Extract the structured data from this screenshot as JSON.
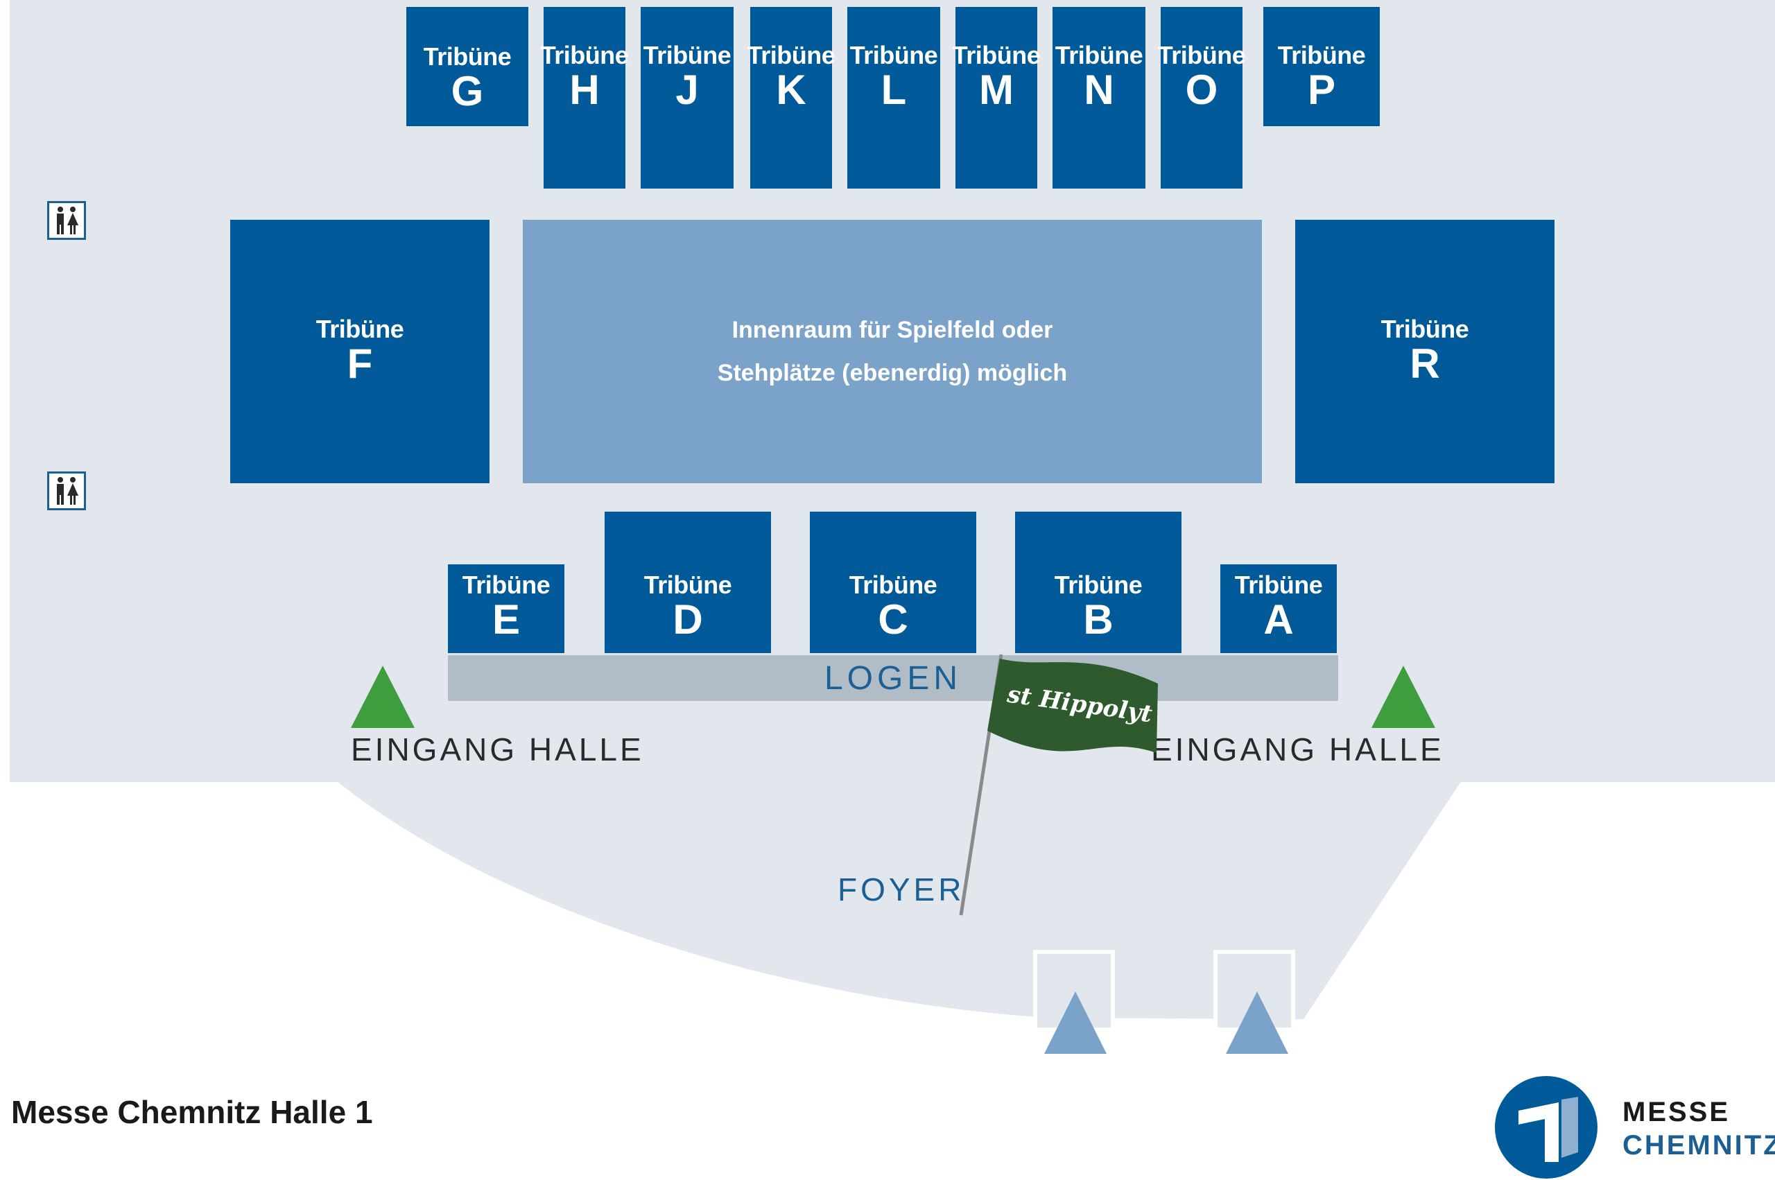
{
  "map": {
    "tribune_word": "Tribüne",
    "tribunes": [
      {
        "id": "G",
        "letter": "G"
      },
      {
        "id": "H",
        "letter": "H"
      },
      {
        "id": "J",
        "letter": "J"
      },
      {
        "id": "K",
        "letter": "K"
      },
      {
        "id": "L",
        "letter": "L"
      },
      {
        "id": "M",
        "letter": "M"
      },
      {
        "id": "N",
        "letter": "N"
      },
      {
        "id": "O",
        "letter": "O"
      },
      {
        "id": "P",
        "letter": "P"
      },
      {
        "id": "F",
        "letter": "F"
      },
      {
        "id": "R",
        "letter": "R"
      },
      {
        "id": "E",
        "letter": "E"
      },
      {
        "id": "D",
        "letter": "D"
      },
      {
        "id": "C",
        "letter": "C"
      },
      {
        "id": "B",
        "letter": "B"
      },
      {
        "id": "A",
        "letter": "A"
      }
    ],
    "field": {
      "line1": "Innenraum für Spielfeld oder",
      "line2": "Stehplätze (ebenerdig) möglich"
    },
    "logen": "LOGEN",
    "entrance_left": "EINGANG HALLE",
    "entrance_right": "EINGANG HALLE",
    "foyer": "FOYER",
    "flag_brand": "st Hippolyt",
    "title": "Messe Chemnitz Halle 1",
    "logo": {
      "line1": "MESSE",
      "line2": "CHEMNITZ"
    },
    "colors": {
      "tribune": "#005a9a",
      "field": "#7ba3c9",
      "hall": "#e1e7ec",
      "logen": "#b0bcc6",
      "entrance_marker": "#3e9e3e",
      "door_marker": "#7ba3c9",
      "flag": "#2e5a2e"
    },
    "icons": [
      "restroom-icon",
      "entrance-arrow-icon",
      "flag-icon",
      "messe-logo-icon"
    ]
  }
}
